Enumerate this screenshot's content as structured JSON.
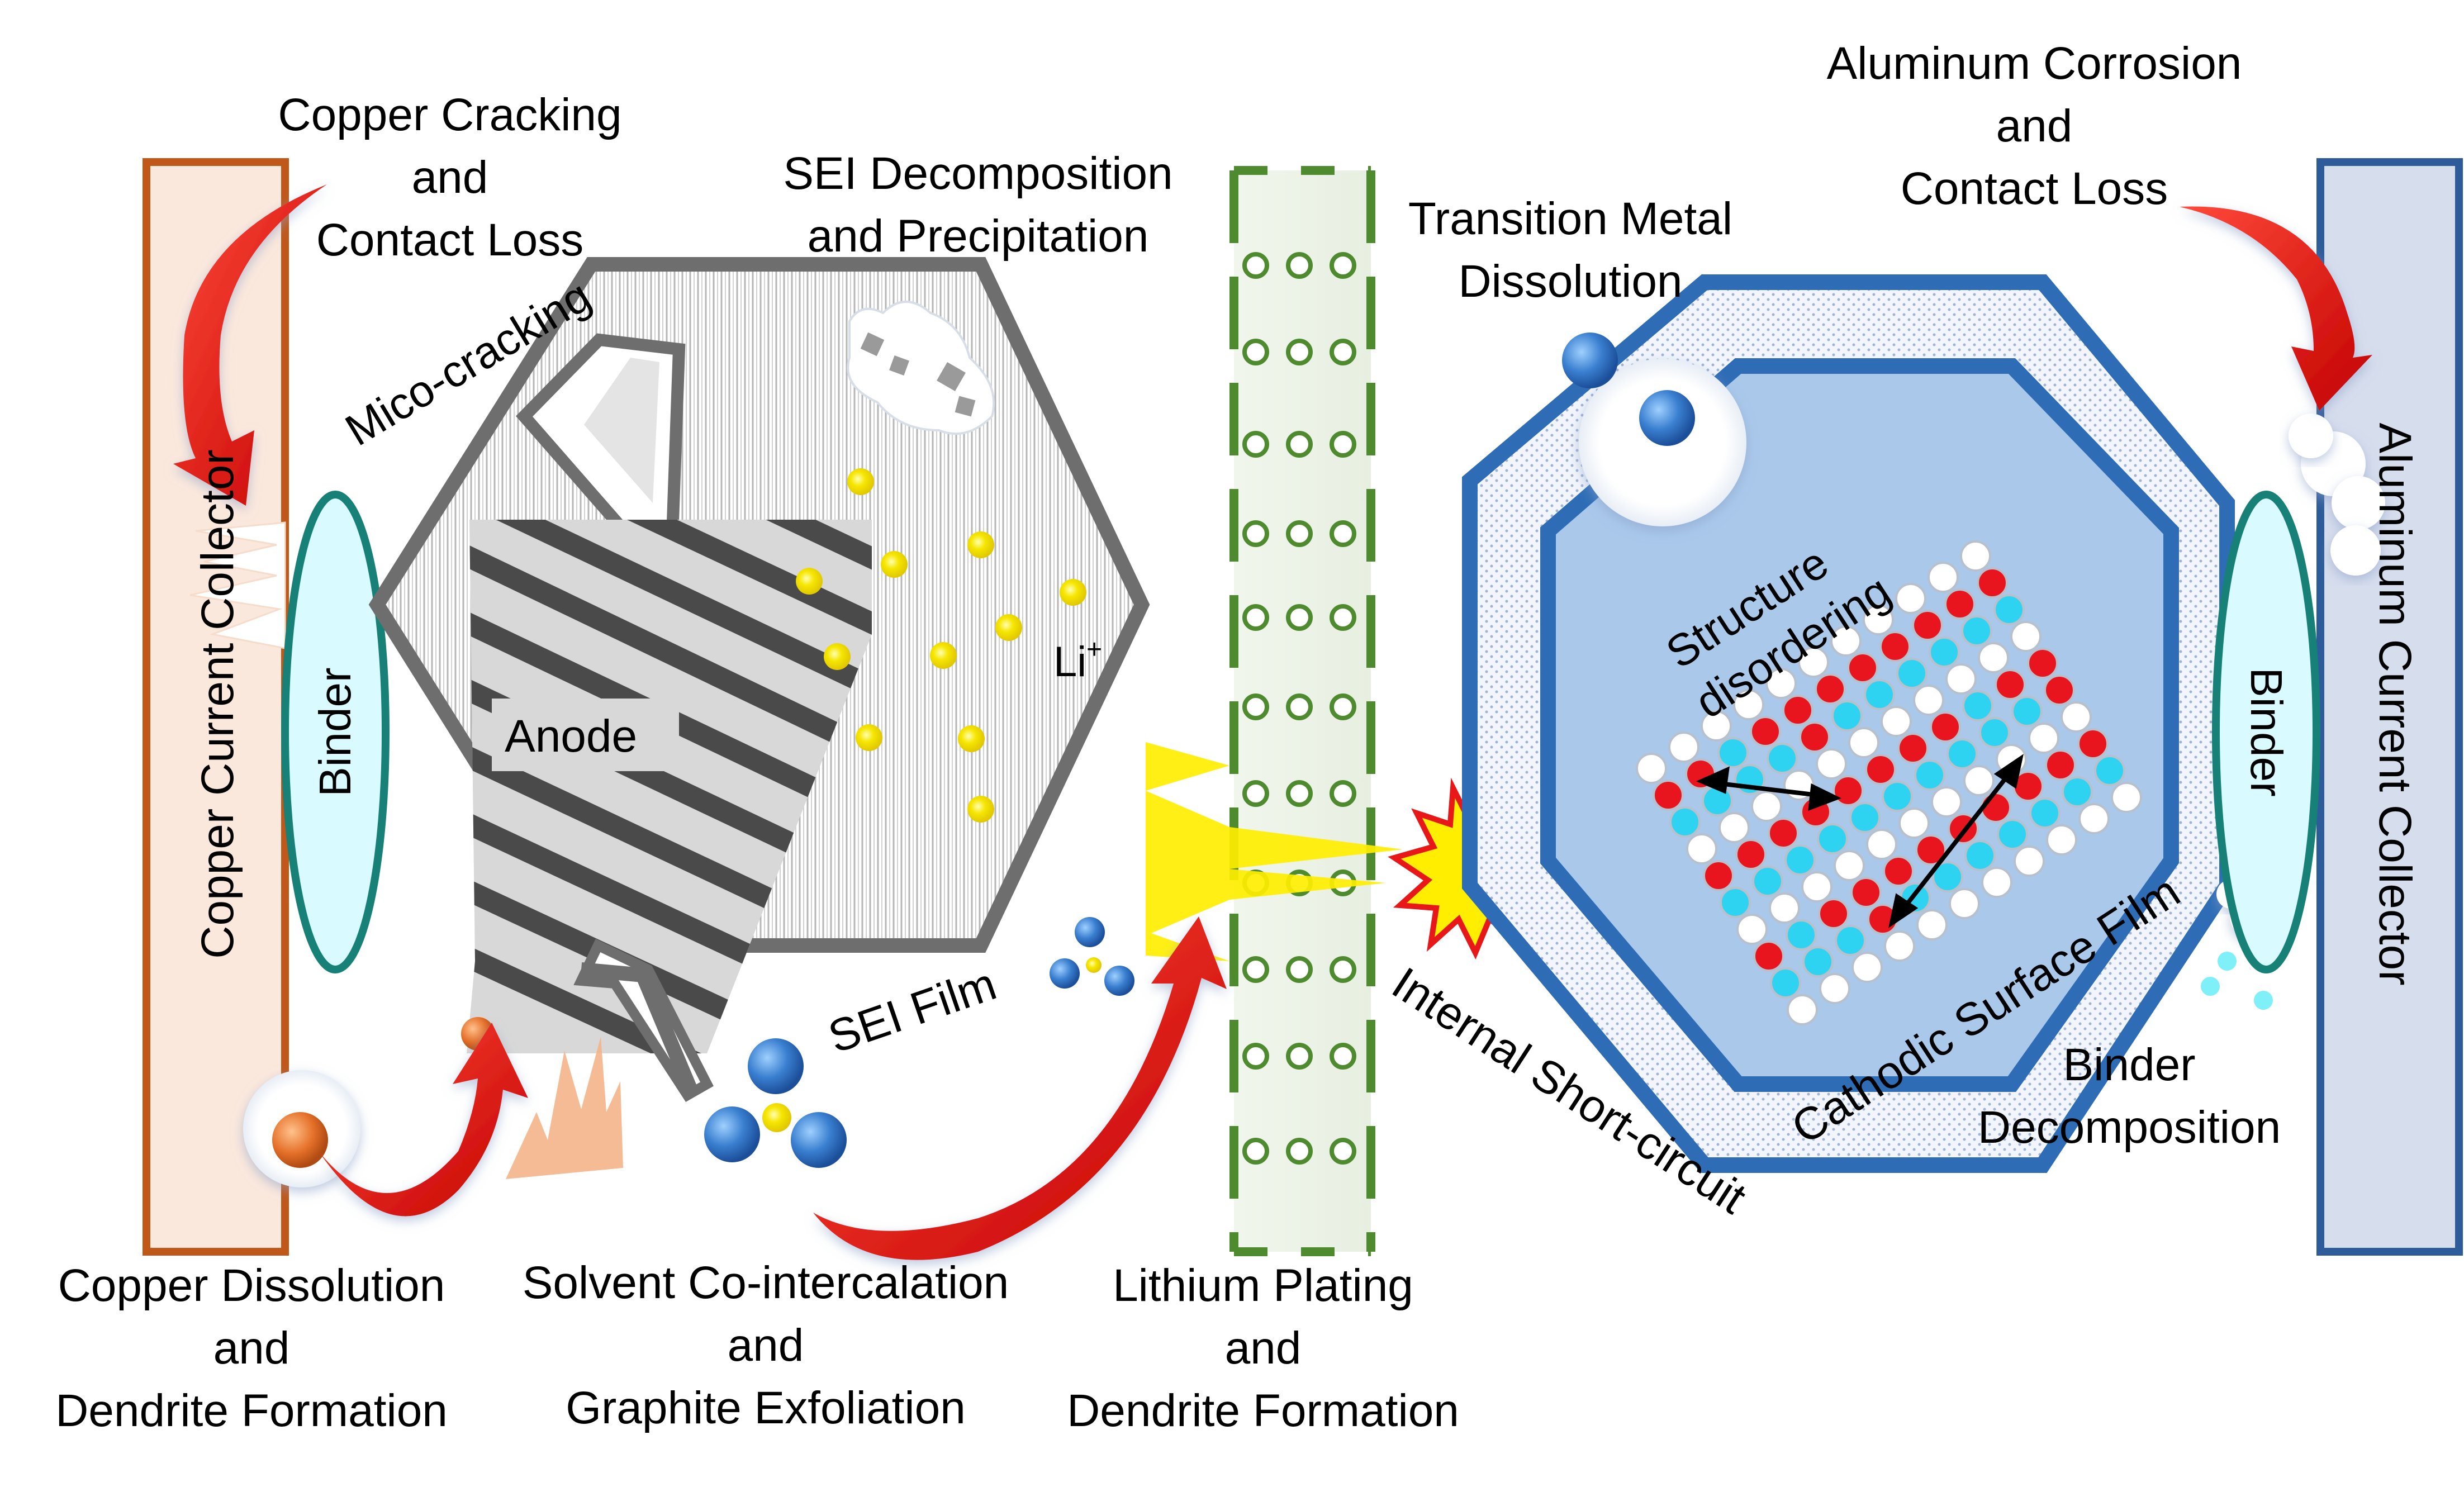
{
  "colors": {
    "copper_border": "#C0581A",
    "copper_fill": "#FBE8DD",
    "binder_fill": "#D9FAFF",
    "binder_border": "#178077",
    "aluminum_fill": "#D6DDED",
    "aluminum_border": "#2E5C9A",
    "anode_gray": "#6E6E6E",
    "graphite_stripe": "#4A4A4A",
    "cathode_blue": "#2E6DB6",
    "cathode_fill": "#A9C8EA",
    "separator_green": "#4E8A2E",
    "arrow_red": "#E01010",
    "spark_yellow": "#FFEE00",
    "lithium_yellow": "#F6E600",
    "atom_red": "#E8141E",
    "atom_cyan": "#2ED3F2"
  },
  "labels": {
    "copper_cracking": [
      "Copper Cracking",
      "and",
      "Contact Loss"
    ],
    "sei_decomposition": [
      "SEI Decomposition",
      "and Precipitation"
    ],
    "transition_metal": [
      "Transition Metal",
      "Dissolution"
    ],
    "aluminum_corrosion": [
      "Aluminum Corrosion",
      "and",
      "Contact Loss"
    ],
    "micro_cracking": "Mico-cracking",
    "anode": "Anode",
    "lithium_ion": "Li",
    "lithium_ion_sup": "+",
    "sei_film": "SEI Film",
    "structure_disordering": [
      "Structure",
      "disordering"
    ],
    "internal_short": "Internal Short-circuit",
    "cathodic_film": "Cathodic Surface Film",
    "binder_decomposition": [
      "Binder",
      "Decomposition"
    ],
    "copper_dissolution": [
      "Copper Dissolution",
      "and",
      "Dendrite Formation"
    ],
    "solvent_cointercalation": [
      "Solvent Co-intercalation",
      "and",
      "Graphite Exfoliation"
    ],
    "lithium_plating": [
      "Lithium Plating",
      "and",
      "Dendrite Formation"
    ],
    "copper_collector": "Copper Current Collector",
    "aluminum_collector": "Aluminum Current Collector",
    "binder_left": "Binder",
    "binder_right": "Binder"
  }
}
